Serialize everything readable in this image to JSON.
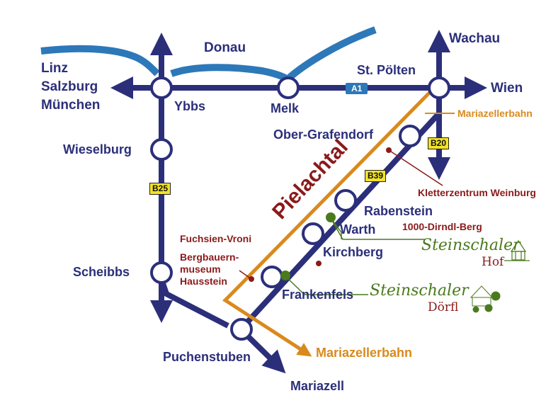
{
  "colors": {
    "road": "#2b2f7a",
    "river": "#2d78b8",
    "railway": "#d98a1c",
    "poi": "#8b1a1a",
    "green": "#4a7a1e"
  },
  "rivers": {
    "donau": "Donau"
  },
  "directions": {
    "west_lines": [
      "Linz",
      "Salzburg",
      "München"
    ],
    "east": "Wien",
    "north": "Wachau",
    "south": "Mariazell"
  },
  "roads": {
    "a1": "A1",
    "b20": "B20",
    "b25": "B25",
    "b39": "B39"
  },
  "towns": {
    "ybbs": "Ybbs",
    "melk": "Melk",
    "st_poelten": "St. Pölten",
    "wieselburg": "Wieselburg",
    "scheibbs": "Scheibbs",
    "puchenstuben": "Puchenstuben",
    "ober_grafendorf": "Ober-Grafendorf",
    "rabenstein": "Rabenstein",
    "warth": "Warth",
    "kirchberg": "Kirchberg",
    "frankenfels": "Frankenfels"
  },
  "railway": {
    "top": "Mariazellerbahn",
    "bottom": "Mariazellerbahn"
  },
  "valley": "Pielachtal",
  "poi": {
    "kletterzentrum": "Kletterzentrum Weinburg",
    "dirndl_berg": "1000-Dirndl-Berg",
    "fuchsien_vroni": "Fuchsien-Vroni",
    "bergbauern": [
      "Bergbauern-",
      "museum",
      "Hausstein"
    ]
  },
  "logos": {
    "hof": {
      "script": "Steinschaler",
      "word": "Hof"
    },
    "doerfl": {
      "script": "Steinschaler",
      "word": "Dörfl"
    }
  }
}
